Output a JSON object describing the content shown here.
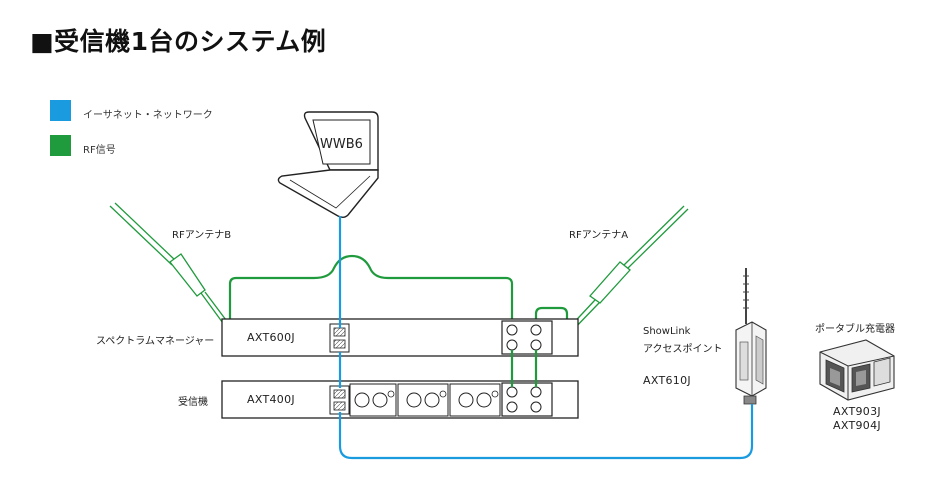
{
  "title": "■受信機1台のシステム例",
  "legend": [
    {
      "label": "イーサネット・ネットワーク",
      "color": "#1a9be0"
    },
    {
      "label": "RF信号",
      "color": "#1f9a3c"
    }
  ],
  "colors": {
    "ethernet": "#1a9be0",
    "rf": "#1f9a3c",
    "device_outline": "#222222"
  },
  "laptop": {
    "label": "WWB6"
  },
  "antenna_b": {
    "label": "RFアンテナB"
  },
  "antenna_a": {
    "label": "RFアンテナA"
  },
  "spectrum_manager": {
    "label": "スペクトラムマネージャー",
    "model": "AXT600J"
  },
  "receiver": {
    "label": "受信機",
    "model": "AXT400J"
  },
  "showlink": {
    "label_line1": "ShowLink",
    "label_line2": "アクセスポイント",
    "model": "AXT610J"
  },
  "charger": {
    "label": "ポータブル充電器",
    "model_line1": "AXT903J",
    "model_line2": "AXT904J"
  }
}
